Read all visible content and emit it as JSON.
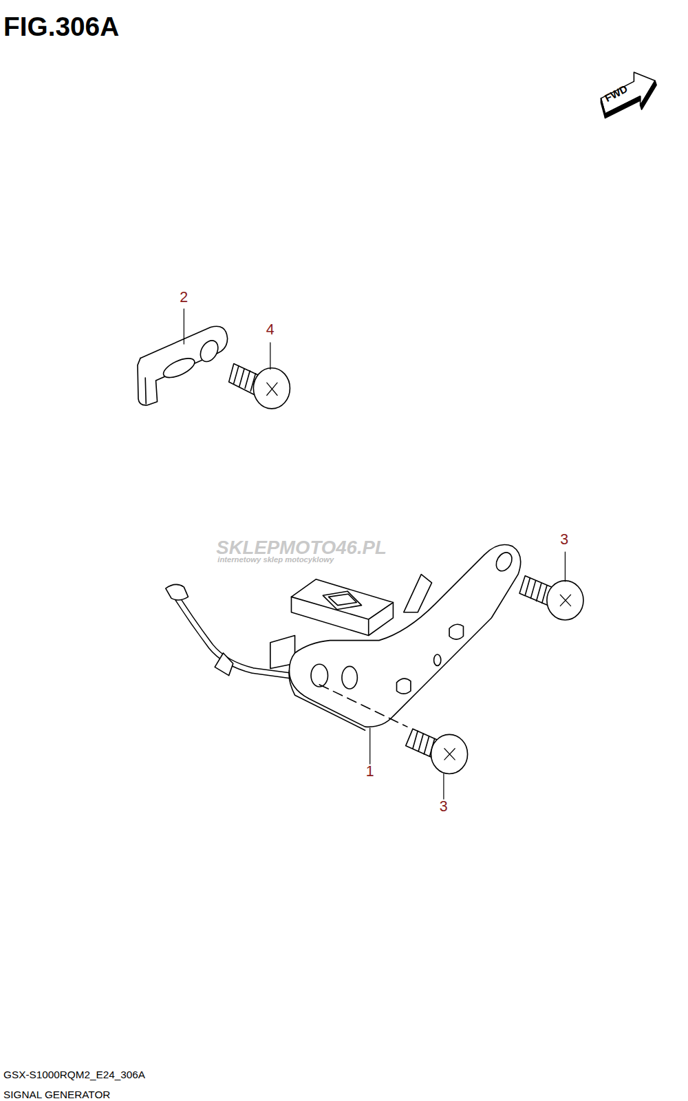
{
  "diagram": {
    "title": "FIG.306A",
    "caption": "SIGNAL GENERATOR",
    "labels": [
      "FWD",
      "2",
      "4",
      "3",
      "1",
      "3",
      "SKLEPMOTO46.PL",
      "internetowy sklep motocyklowy",
      "GSX-S1000RQM2_E24_306A"
    ]
  }
}
